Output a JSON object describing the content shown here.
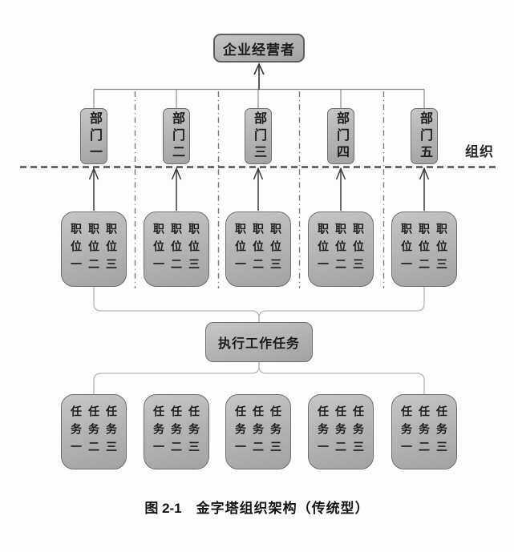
{
  "figure": {
    "top_box": "企业经营者",
    "org_side_label": "组织",
    "departments": [
      "部门一",
      "部门二",
      "部门三",
      "部门四",
      "部门五"
    ],
    "position_groups": [
      [
        "职位一",
        "职位二",
        "职位三"
      ],
      [
        "职位一",
        "职位二",
        "职位三"
      ],
      [
        "职位一",
        "职位二",
        "职位三"
      ],
      [
        "职位一",
        "职位二",
        "职位三"
      ],
      [
        "职位一",
        "职位二",
        "职位三"
      ]
    ],
    "execute_box": "执行工作任务",
    "task_groups": [
      [
        "任务一",
        "任务二",
        "任务三"
      ],
      [
        "任务一",
        "任务二",
        "任务三"
      ],
      [
        "任务一",
        "任务二",
        "任务三"
      ],
      [
        "任务一",
        "任务二",
        "任务三"
      ],
      [
        "任务一",
        "任务二",
        "任务三"
      ]
    ],
    "caption": {
      "figure_label": "图 2-1",
      "title": "金字塔组织架构（传统型）"
    }
  },
  "colors": {
    "box_fill_light": "#c6c6c6",
    "box_fill_dark": "#a2a2a2",
    "box_border": "#6e6e6e",
    "tree_line": "#8c8c8c",
    "bracket_line": "#b5b5b5",
    "arrow": "#3c3c3c",
    "org_dashed_line": "#4f4f4f",
    "column_separator": "#7d7d7d",
    "text": "#1c1c1c"
  }
}
